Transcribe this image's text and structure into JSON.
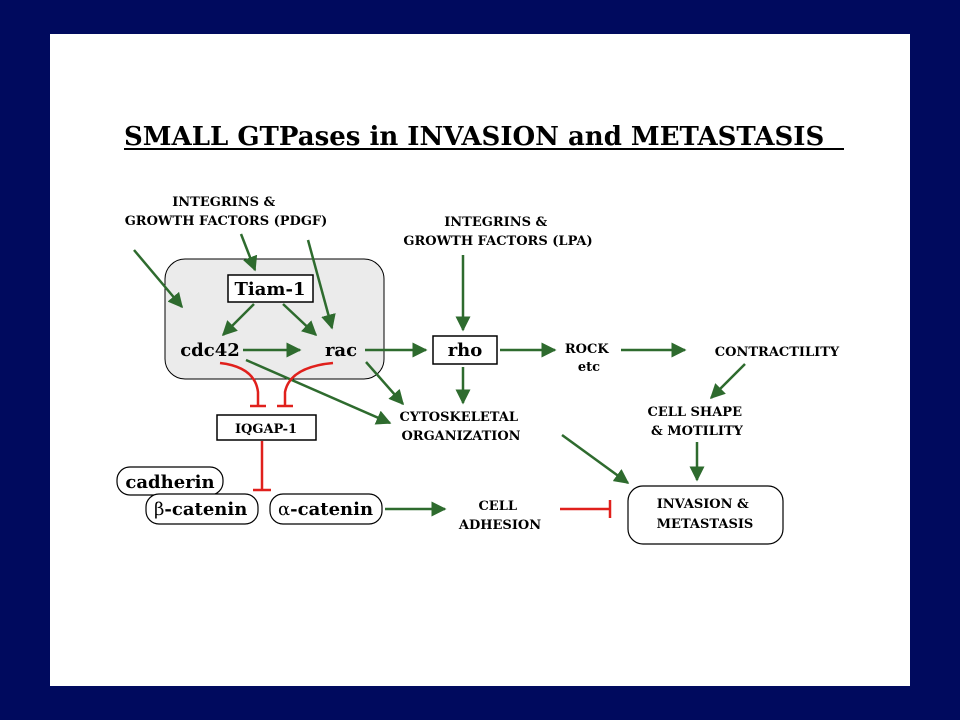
{
  "title": "SMALL GTPases in INVASION and METASTASIS",
  "colors": {
    "background": "#000a5e",
    "slide": "#ffffff",
    "activation_arrow": "#2e6b2e",
    "inhibition": "#e0201c",
    "group_fill": "#ebebeb"
  },
  "nodes": {
    "integrins_pdgf": [
      "INTEGRINS &",
      "GROWTH FACTORS (PDGF)"
    ],
    "integrins_lpa": [
      "INTEGRINS &",
      "GROWTH FACTORS (LPA)"
    ],
    "tiam1": "Tiam-1",
    "cdc42": "cdc42",
    "rac": "rac",
    "rho": "rho",
    "rock": [
      "ROCK",
      "etc"
    ],
    "contractility": "CONTRACTILITY",
    "iqgap1": "IQGAP-1",
    "cytoskeletal": [
      "CYTOSKELETAL",
      "ORGANIZATION"
    ],
    "cell_shape": [
      "CELL SHAPE",
      "& MOTILITY"
    ],
    "cadherin": "cadherin",
    "beta_catenin": "-catenin",
    "beta_symbol": "β",
    "alpha_catenin": "-catenin",
    "alpha_symbol": "α",
    "cell_adhesion": [
      "CELL",
      "ADHESION"
    ],
    "invasion": [
      "INVASION &",
      "METASTASIS"
    ]
  }
}
